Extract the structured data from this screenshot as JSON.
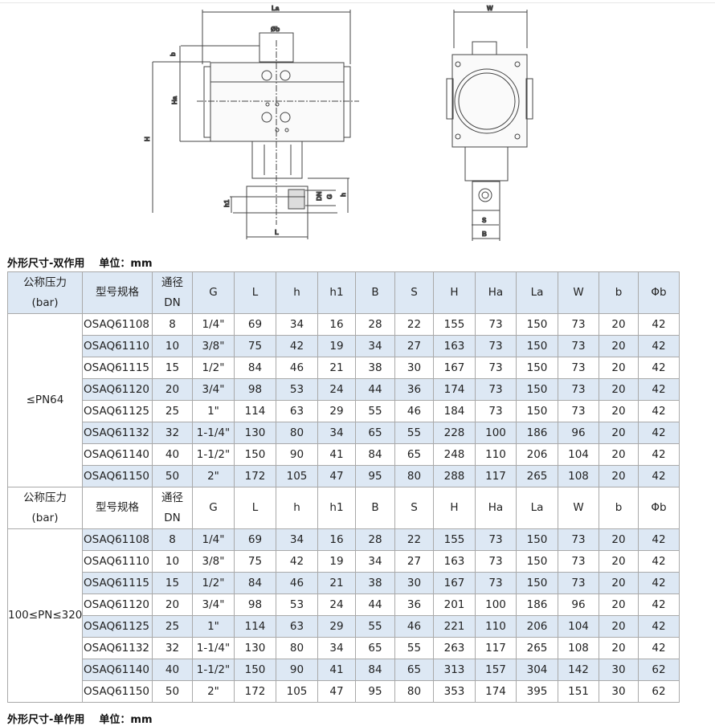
{
  "drawing": {
    "labels": {
      "La": "La",
      "phib": "Øb",
      "b": "b",
      "Ha": "Ha",
      "H": "H",
      "h1": "h1",
      "L": "L",
      "h": "h",
      "G": "G",
      "DN": "DN",
      "W": "W",
      "S": "S",
      "B": "B"
    }
  },
  "section1": {
    "title": "外形尺寸-双作用",
    "unit": "单位：mm"
  },
  "section2": {
    "title": "外形尺寸-单作用",
    "unit": "单位：mm"
  },
  "header": {
    "pressure_l1": "公称压力",
    "pressure_l2": "(bar)",
    "model": "型号规格",
    "dn_l1": "通径",
    "dn_l2": "DN",
    "cols": [
      "G",
      "L",
      "h",
      "h1",
      "B",
      "S",
      "H",
      "Ha",
      "La",
      "W",
      "b",
      "Φb"
    ]
  },
  "groups": [
    {
      "pressure": "≤PN64",
      "rows": [
        [
          "OSAQ61108",
          "8",
          "1/4\"",
          "69",
          "34",
          "16",
          "28",
          "22",
          "155",
          "73",
          "150",
          "73",
          "20",
          "42"
        ],
        [
          "OSAQ61110",
          "10",
          "3/8\"",
          "75",
          "42",
          "19",
          "34",
          "27",
          "163",
          "73",
          "150",
          "73",
          "20",
          "42"
        ],
        [
          "OSAQ61115",
          "15",
          "1/2\"",
          "84",
          "46",
          "21",
          "38",
          "30",
          "167",
          "73",
          "150",
          "73",
          "20",
          "42"
        ],
        [
          "OSAQ61120",
          "20",
          "3/4\"",
          "98",
          "53",
          "24",
          "44",
          "36",
          "174",
          "73",
          "150",
          "73",
          "20",
          "42"
        ],
        [
          "OSAQ61125",
          "25",
          "1\"",
          "114",
          "63",
          "29",
          "55",
          "46",
          "184",
          "73",
          "150",
          "73",
          "20",
          "42"
        ],
        [
          "OSAQ61132",
          "32",
          "1-1/4\"",
          "130",
          "80",
          "34",
          "65",
          "55",
          "228",
          "100",
          "186",
          "96",
          "20",
          "42"
        ],
        [
          "OSAQ61140",
          "40",
          "1-1/2\"",
          "150",
          "90",
          "41",
          "84",
          "65",
          "248",
          "110",
          "206",
          "104",
          "20",
          "42"
        ],
        [
          "OSAQ61150",
          "50",
          "2\"",
          "172",
          "105",
          "47",
          "95",
          "80",
          "288",
          "117",
          "265",
          "108",
          "20",
          "42"
        ]
      ]
    },
    {
      "pressure": "100≤PN≤320",
      "rows": [
        [
          "OSAQ61108",
          "8",
          "1/4\"",
          "69",
          "34",
          "16",
          "28",
          "22",
          "155",
          "73",
          "150",
          "73",
          "20",
          "42"
        ],
        [
          "OSAQ61110",
          "10",
          "3/8\"",
          "75",
          "42",
          "19",
          "34",
          "27",
          "163",
          "73",
          "150",
          "73",
          "20",
          "42"
        ],
        [
          "OSAQ61115",
          "15",
          "1/2\"",
          "84",
          "46",
          "21",
          "38",
          "30",
          "167",
          "73",
          "150",
          "73",
          "20",
          "42"
        ],
        [
          "OSAQ61120",
          "20",
          "3/4\"",
          "98",
          "53",
          "24",
          "44",
          "36",
          "201",
          "100",
          "186",
          "96",
          "20",
          "42"
        ],
        [
          "OSAQ61125",
          "25",
          "1\"",
          "114",
          "63",
          "29",
          "55",
          "46",
          "221",
          "110",
          "206",
          "104",
          "20",
          "42"
        ],
        [
          "OSAQ61132",
          "32",
          "1-1/4\"",
          "130",
          "80",
          "34",
          "65",
          "55",
          "263",
          "117",
          "265",
          "108",
          "20",
          "42"
        ],
        [
          "OSAQ61140",
          "40",
          "1-1/2\"",
          "150",
          "90",
          "41",
          "84",
          "65",
          "313",
          "157",
          "304",
          "142",
          "30",
          "62"
        ],
        [
          "OSAQ61150",
          "50",
          "2\"",
          "172",
          "105",
          "47",
          "95",
          "80",
          "353",
          "174",
          "395",
          "151",
          "30",
          "62"
        ]
      ]
    }
  ]
}
